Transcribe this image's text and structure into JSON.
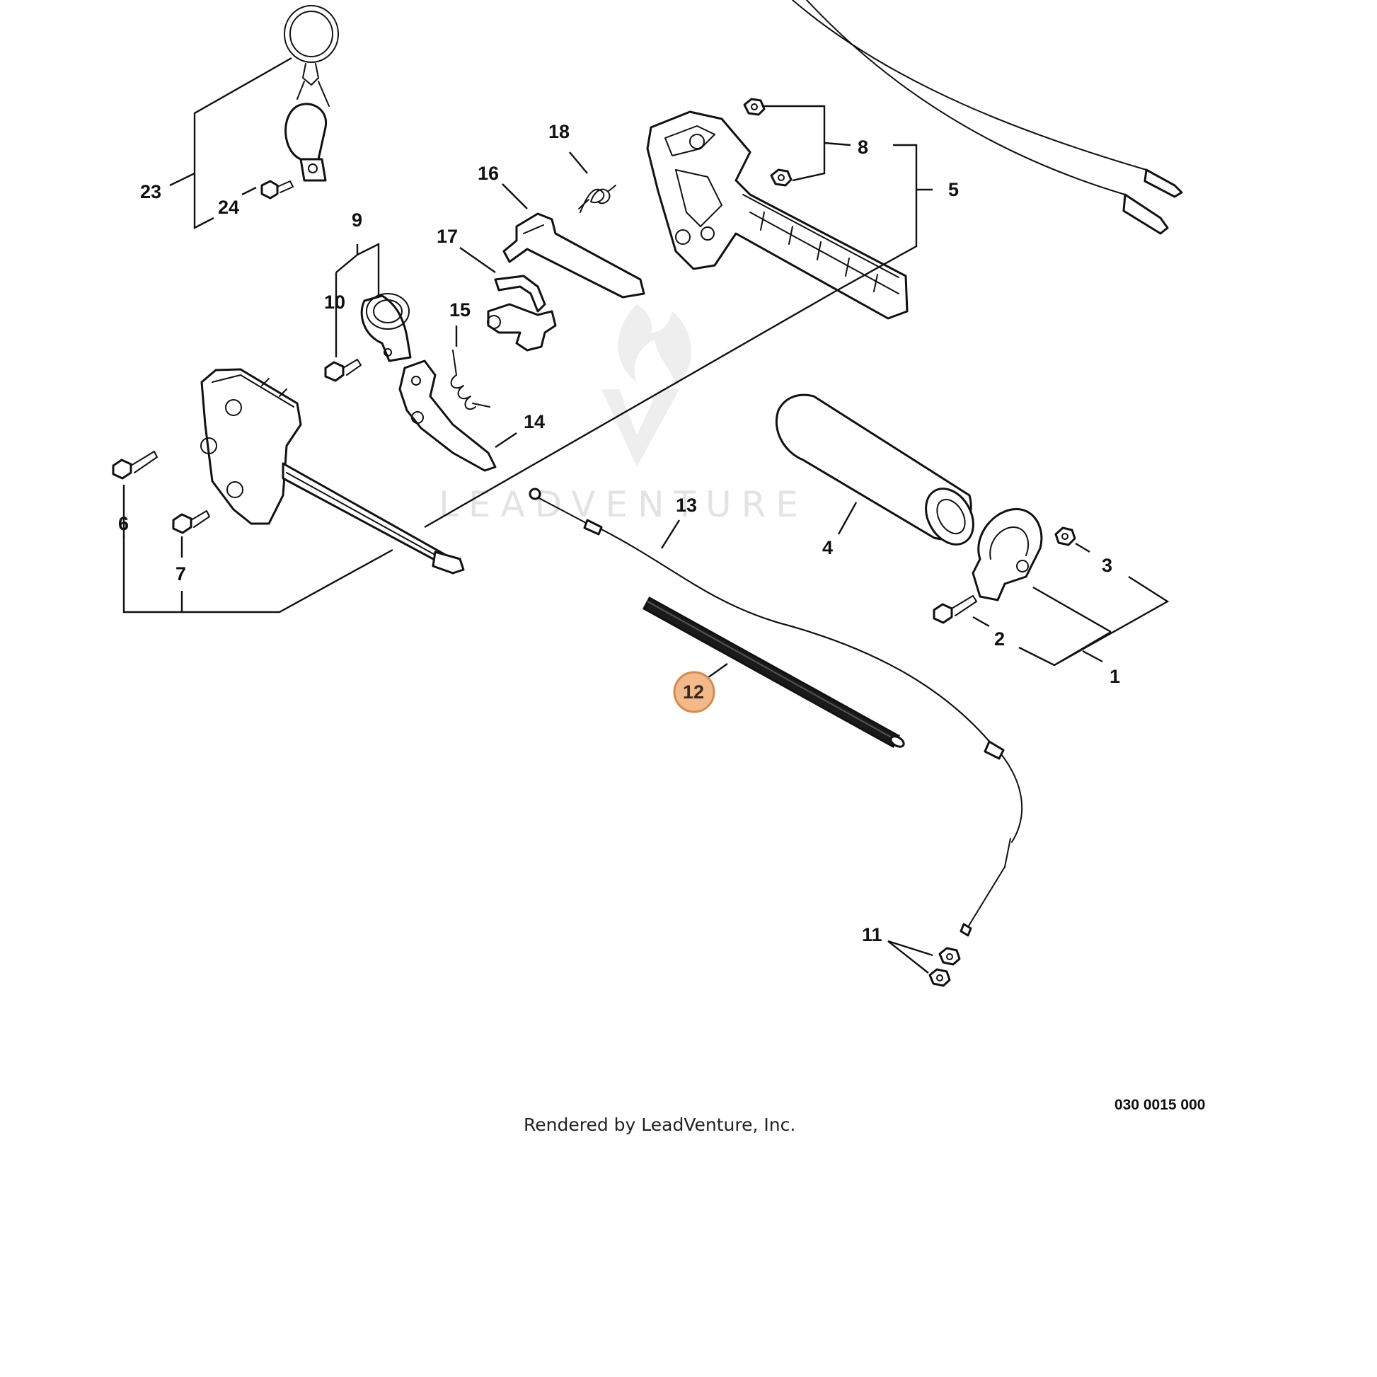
{
  "diagram": {
    "callouts": [
      {
        "id": "1",
        "label": "1"
      },
      {
        "id": "2",
        "label": "2"
      },
      {
        "id": "3",
        "label": "3"
      },
      {
        "id": "4",
        "label": "4"
      },
      {
        "id": "5",
        "label": "5"
      },
      {
        "id": "6",
        "label": "6"
      },
      {
        "id": "7",
        "label": "7"
      },
      {
        "id": "8",
        "label": "8"
      },
      {
        "id": "9",
        "label": "9"
      },
      {
        "id": "10",
        "label": "10"
      },
      {
        "id": "11",
        "label": "11"
      },
      {
        "id": "12",
        "label": "12",
        "highlighted": true
      },
      {
        "id": "13",
        "label": "13"
      },
      {
        "id": "14",
        "label": "14"
      },
      {
        "id": "15",
        "label": "15"
      },
      {
        "id": "16",
        "label": "16"
      },
      {
        "id": "17",
        "label": "17"
      },
      {
        "id": "18",
        "label": "18"
      },
      {
        "id": "23",
        "label": "23"
      },
      {
        "id": "24",
        "label": "24"
      }
    ],
    "highlight_color": "#f2b98a",
    "highlight_border": "#d98a4a"
  },
  "footer": {
    "credit": "Rendered by LeadVenture, Inc.",
    "diagram_code": "030 0015 000"
  },
  "watermark": {
    "text": "LEADVENTURE"
  }
}
